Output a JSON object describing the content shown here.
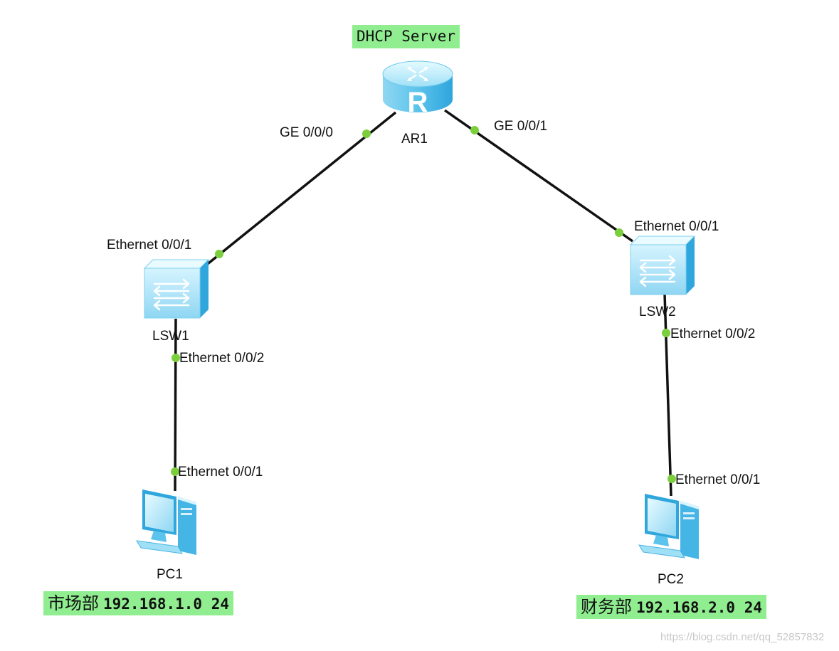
{
  "canvas": {
    "background": "#ffffff",
    "link_color": "#111111",
    "port_dot_color": "#7ccf3c",
    "note_background": "#90ee90"
  },
  "server_note": "DHCP Server",
  "devices": {
    "router": {
      "name": "AR1",
      "icon": "router-icon"
    },
    "switch1": {
      "name": "LSW1",
      "icon": "switch-icon"
    },
    "switch2": {
      "name": "LSW2",
      "icon": "switch-icon"
    },
    "pc1": {
      "name": "PC1",
      "icon": "pc-icon"
    },
    "pc2": {
      "name": "PC2",
      "icon": "pc-icon"
    }
  },
  "ports": {
    "ar1_g0": "GE 0/0/0",
    "ar1_g1": "GE 0/0/1",
    "lsw1_e1": "Ethernet 0/0/1",
    "lsw1_e2": "Ethernet 0/0/2",
    "pc1_e1": "Ethernet 0/0/1",
    "lsw2_e1": "Ethernet 0/0/1",
    "lsw2_e2": "Ethernet 0/0/2",
    "pc2_e1": "Ethernet 0/0/1"
  },
  "notes": {
    "left": {
      "dept": "市场部",
      "network": "192.168.1.0 24"
    },
    "right": {
      "dept": "财务部",
      "network": "192.168.2.0 24"
    }
  },
  "watermark": "https://blog.csdn.net/qq_52857832"
}
